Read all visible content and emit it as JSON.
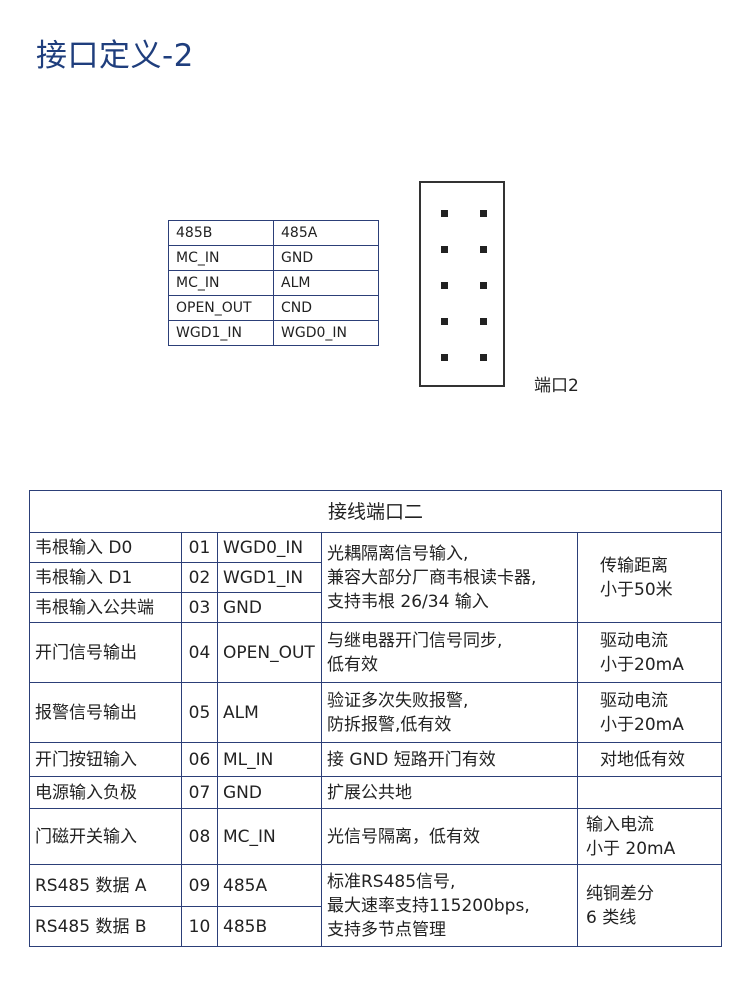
{
  "page": {
    "title": "接口定义-2",
    "port_label": "端口2"
  },
  "pin_map": [
    [
      "485B",
      "485A"
    ],
    [
      "MC_IN",
      "GND"
    ],
    [
      "MC_IN",
      "ALM"
    ],
    [
      "OPEN_OUT",
      "CND"
    ],
    [
      "WGD1_IN",
      "WGD0_IN"
    ]
  ],
  "wiring_table": {
    "header": "接线端口二",
    "rows": [
      {
        "name": "韦根输入 D0",
        "no": "01",
        "signal": "WGD0_IN"
      },
      {
        "name": "韦根输入 D1",
        "no": "02",
        "signal": "WGD1_IN"
      },
      {
        "name": "韦根输入公共端",
        "no": "03",
        "signal": "GND"
      },
      {
        "name": "开门信号输出",
        "no": "04",
        "signal": "OPEN_OUT"
      },
      {
        "name": "报警信号输出",
        "no": "05",
        "signal": "ALM"
      },
      {
        "name": "开门按钮输入",
        "no": "06",
        "signal": "ML_IN"
      },
      {
        "name": "电源输入负极",
        "no": "07",
        "signal": "GND"
      },
      {
        "name": "门磁开关输入",
        "no": "08",
        "signal": "MC_IN"
      },
      {
        "name": "RS485 数据 A",
        "no": "09",
        "signal": "485A"
      },
      {
        "name": "RS485 数据 B",
        "no": "10",
        "signal": "485B"
      }
    ],
    "wiegand_desc": [
      "光耦隔离信号输入,",
      "兼容大部分厂商韦根读卡器,",
      "支持韦根 26/34 输入"
    ],
    "wiegand_limit": [
      "传输距离",
      "小于50米"
    ],
    "open_desc": [
      "与继电器开门信号同步,",
      "低有效"
    ],
    "open_limit": [
      "驱动电流",
      "小于20mA"
    ],
    "alarm_desc": [
      "验证多次失败报警,",
      "防拆报警,低有效"
    ],
    "alarm_limit": [
      "驱动电流",
      "小于20mA"
    ],
    "button_desc": "接 GND 短路开门有效",
    "button_limit": "对地低有效",
    "power_desc": "扩展公共地",
    "power_limit": "",
    "door_desc": "光信号隔离，低有效",
    "door_limit": [
      "输入电流",
      "小于 20mA"
    ],
    "rs485_desc": [
      "标准RS485信号,",
      "最大速率支持115200bps,",
      "支持多节点管理"
    ],
    "rs485_limit": [
      "纯铜差分",
      "6 类线"
    ]
  }
}
